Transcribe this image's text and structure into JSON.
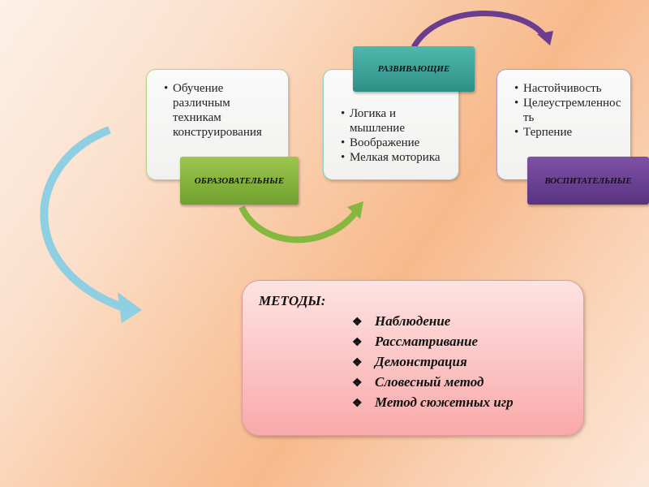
{
  "boxes": [
    {
      "label": "ОБРАЗОВАТЕЛЬНЫЕ",
      "items": [
        "Обучение различным техникам конструирования"
      ],
      "color": "#7fb03c"
    },
    {
      "label": "РАЗВИВАЮЩИЕ",
      "items": [
        "Логика и мышление",
        "Воображение",
        "Мелкая моторика"
      ],
      "color": "#3aa79b"
    },
    {
      "label": "ВОСПИТАТЕЛЬНЫЕ",
      "items": [
        "Настойчивость",
        "Целеустремленность",
        "Терпение"
      ],
      "color": "#6a3d8f"
    }
  ],
  "methods": {
    "title": "МЕТОДЫ:",
    "bullet": "❖",
    "items": [
      "Наблюдение",
      "Рассматривание",
      "Демонстрация",
      "Словесный метод",
      "Метод сюжетных игр"
    ]
  }
}
